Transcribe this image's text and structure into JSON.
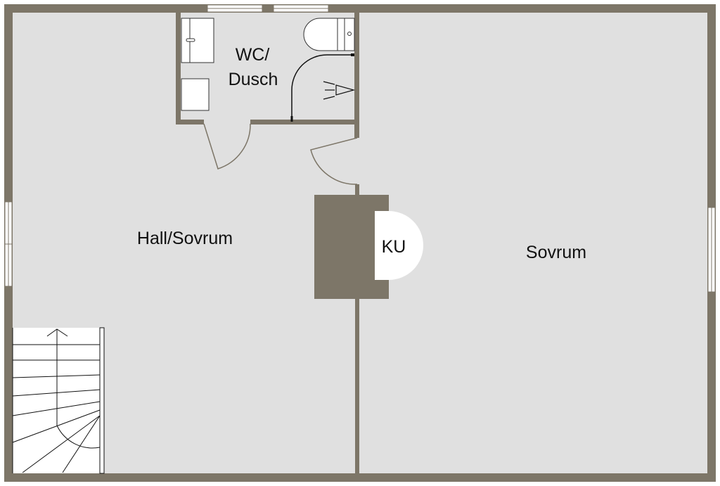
{
  "colors": {
    "wall": "#7d7668",
    "floor": "#e0e0e0",
    "fixture": "#ffffff",
    "line": "#111111"
  },
  "rooms": [
    {
      "id": "hall",
      "label": "Hall/Sovrum"
    },
    {
      "id": "wc",
      "label_line1": "WC/",
      "label_line2": "Dusch"
    },
    {
      "id": "bedroom",
      "label": "Sovrum"
    },
    {
      "id": "ku",
      "label": "KU"
    }
  ]
}
